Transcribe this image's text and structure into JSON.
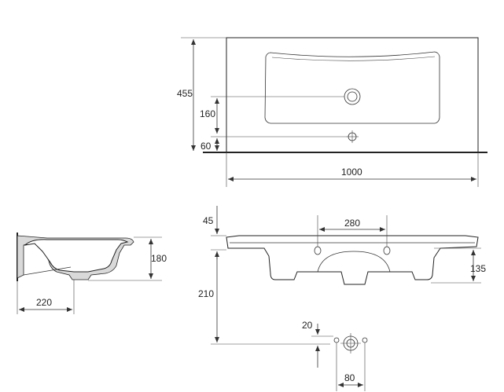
{
  "dimensions": {
    "top_depth": "455",
    "top_drain_offset": "160",
    "top_front_offset": "60",
    "top_width": "1000",
    "side_depth": "220",
    "side_height": "180",
    "front_rim": "45",
    "front_holes": "280",
    "front_total": "210",
    "front_bowl": "135",
    "bottom_offset": "20",
    "bottom_spacing": "80"
  },
  "colors": {
    "line": "#222222",
    "section_fill": "#d9d9d9"
  }
}
